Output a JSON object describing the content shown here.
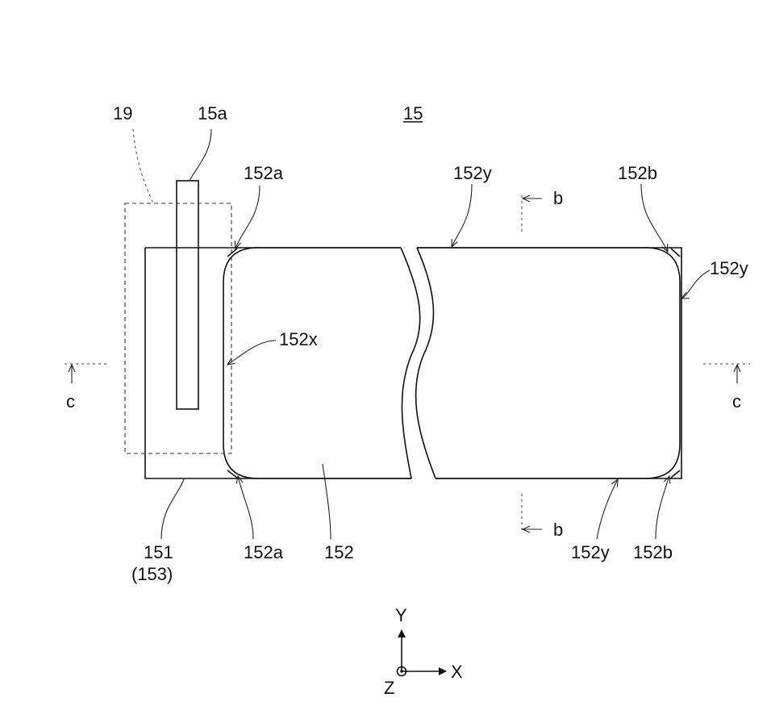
{
  "labels": {
    "title": "15",
    "l19": "19",
    "l15a": "15a",
    "l152a_top": "152a",
    "l152y_top": "152y",
    "b_top": "b",
    "l152b_top": "152b",
    "l152y_right": "152y",
    "l152x": "152x",
    "c_left": "c",
    "c_right": "c",
    "l151": "151",
    "l153": "(153)",
    "l152a_bottom": "152a",
    "l152": "152",
    "b_bottom": "b",
    "l152y_bottom": "152y",
    "l152b_bottom": "152b",
    "axis_y": "Y",
    "axis_x": "X",
    "axis_z": "Z"
  }
}
